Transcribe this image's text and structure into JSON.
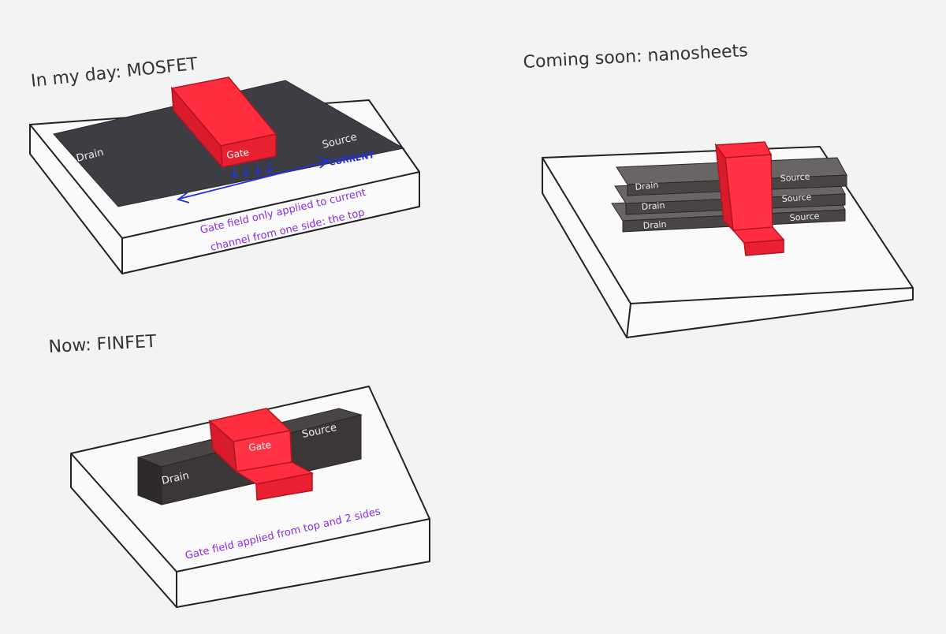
{
  "mosfet": {
    "title": "In my day: MOSFET",
    "drain": "Drain",
    "source": "Source",
    "gate": "Gate",
    "current": "CURRENT",
    "note_line1": "Gate field only applied to current",
    "note_line2": "channel from one side: the top"
  },
  "finfet": {
    "title": "Now: FINFET",
    "drain": "Drain",
    "source": "Source",
    "gate": "Gate",
    "note": "Gate field applied from top and 2 sides"
  },
  "nanosheets": {
    "title": "Coming soon: nanosheets",
    "sheets": [
      {
        "drain": "Drain",
        "source": "Source"
      },
      {
        "drain": "Drain",
        "source": "Source"
      },
      {
        "drain": "Drain",
        "source": "Source"
      }
    ]
  },
  "colors": {
    "gate": "#ff2d3d",
    "gate_dark": "#d91c2c",
    "channel": "#3c3e44",
    "fin": "#3b3737",
    "fin_top": "#4a4545",
    "sheet": "#5a5555",
    "note": "#8a2be2",
    "current": "#2233dd"
  }
}
